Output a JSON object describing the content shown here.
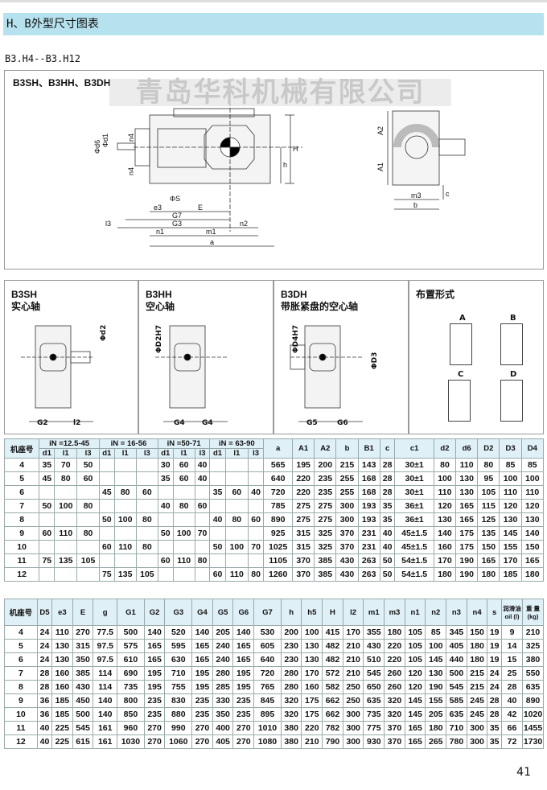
{
  "title": "H、B外型尺寸图表",
  "subtitle": "B3.H4--B3.H12",
  "main_drawing": {
    "label": "B3SH、B3HH、B3DH",
    "watermark": "青岛华科机械有限公司",
    "dims": {
      "d6": "Φd6",
      "d1": "Φd1",
      "n4a": "n4",
      "n4b": "n4",
      "H": "H",
      "h": "h",
      "s": "ΦS",
      "e3": "e3",
      "E": "E",
      "G7": "G7",
      "G3": "G3",
      "l3": "l3",
      "n1": "n1",
      "m1": "m1",
      "n2": "n2",
      "a": "a",
      "A2": "A2",
      "A1": "A1",
      "m3": "m3",
      "b": "b",
      "c": "c"
    }
  },
  "panels": [
    {
      "code": "B3SH",
      "name": "实心轴",
      "dims": [
        "Φd2",
        "G2",
        "l2"
      ]
    },
    {
      "code": "B3HH",
      "name": "空心轴",
      "dims": [
        "ΦD2H7",
        "G4",
        "G4"
      ]
    },
    {
      "code": "B3DH",
      "name": "带胀紧盘的空心轴",
      "dims": [
        "ΦD4H7",
        "ΦD3",
        "G5",
        "G6"
      ]
    },
    {
      "code": "",
      "name": "布置形式",
      "dims": [
        "A",
        "B",
        "C",
        "D"
      ]
    }
  ],
  "table1": {
    "corner": "机座号",
    "groups": [
      "iN =12.5-45",
      "iN = 16-56",
      "iN =50-71",
      "iN = 63-90"
    ],
    "subcols": [
      "d1",
      "l1",
      "l3"
    ],
    "cols": [
      "a",
      "A1",
      "A2",
      "b",
      "B1",
      "c",
      "c1",
      "d2",
      "d6",
      "D2",
      "D3",
      "D4"
    ],
    "rows": [
      [
        "4",
        "35",
        "70",
        "50",
        "",
        "",
        "",
        "30",
        "60",
        "40",
        "",
        "",
        "",
        "565",
        "195",
        "200",
        "215",
        "143",
        "28",
        "30±1",
        "80",
        "110",
        "80",
        "85",
        "85"
      ],
      [
        "5",
        "45",
        "80",
        "60",
        "",
        "",
        "",
        "35",
        "60",
        "40",
        "",
        "",
        "",
        "640",
        "220",
        "235",
        "255",
        "168",
        "28",
        "30±1",
        "100",
        "130",
        "95",
        "100",
        "100"
      ],
      [
        "6",
        "",
        "",
        "",
        "45",
        "80",
        "60",
        "",
        "",
        "",
        "35",
        "60",
        "40",
        "720",
        "220",
        "235",
        "255",
        "168",
        "28",
        "30±1",
        "110",
        "130",
        "105",
        "110",
        "110"
      ],
      [
        "7",
        "50",
        "100",
        "80",
        "",
        "",
        "",
        "40",
        "80",
        "60",
        "",
        "",
        "",
        "785",
        "275",
        "275",
        "300",
        "193",
        "35",
        "36±1",
        "120",
        "165",
        "115",
        "120",
        "120"
      ],
      [
        "8",
        "",
        "",
        "",
        "50",
        "100",
        "80",
        "",
        "",
        "",
        "40",
        "80",
        "60",
        "890",
        "275",
        "275",
        "300",
        "193",
        "35",
        "36±1",
        "130",
        "165",
        "125",
        "130",
        "130"
      ],
      [
        "9",
        "60",
        "110",
        "80",
        "",
        "",
        "",
        "50",
        "100",
        "70",
        "",
        "",
        "",
        "925",
        "315",
        "325",
        "370",
        "231",
        "40",
        "45±1.5",
        "140",
        "175",
        "135",
        "145",
        "140"
      ],
      [
        "10",
        "",
        "",
        "",
        "60",
        "110",
        "80",
        "",
        "",
        "",
        "50",
        "100",
        "70",
        "1025",
        "315",
        "325",
        "370",
        "231",
        "40",
        "45±1.5",
        "160",
        "175",
        "150",
        "155",
        "150"
      ],
      [
        "11",
        "75",
        "135",
        "105",
        "",
        "",
        "",
        "60",
        "110",
        "80",
        "",
        "",
        "",
        "1105",
        "370",
        "385",
        "430",
        "263",
        "50",
        "54±1.5",
        "170",
        "190",
        "165",
        "170",
        "165"
      ],
      [
        "12",
        "",
        "",
        "",
        "75",
        "135",
        "105",
        "",
        "",
        "",
        "60",
        "110",
        "80",
        "1260",
        "370",
        "385",
        "430",
        "263",
        "50",
        "54±1.5",
        "180",
        "190",
        "180",
        "185",
        "180"
      ]
    ]
  },
  "table2": {
    "cols": [
      "机座号",
      "D5",
      "e3",
      "E",
      "g",
      "G1",
      "G2",
      "G3",
      "G4",
      "G5",
      "G6",
      "G7",
      "h",
      "h5",
      "H",
      "l2",
      "m1",
      "m3",
      "n1",
      "n2",
      "n3",
      "n4",
      "s",
      "润滑油 oil (l)",
      "重 量 (kg)"
    ],
    "rows": [
      [
        "4",
        "24",
        "110",
        "270",
        "77.5",
        "500",
        "140",
        "520",
        "140",
        "205",
        "140",
        "530",
        "200",
        "100",
        "415",
        "170",
        "355",
        "180",
        "105",
        "85",
        "345",
        "150",
        "19",
        "9",
        "210"
      ],
      [
        "5",
        "24",
        "130",
        "315",
        "97.5",
        "575",
        "165",
        "595",
        "165",
        "240",
        "165",
        "605",
        "230",
        "130",
        "482",
        "210",
        "430",
        "220",
        "105",
        "100",
        "405",
        "180",
        "19",
        "14",
        "325"
      ],
      [
        "6",
        "24",
        "130",
        "350",
        "97.5",
        "610",
        "165",
        "630",
        "165",
        "240",
        "165",
        "640",
        "230",
        "130",
        "482",
        "210",
        "510",
        "220",
        "105",
        "145",
        "440",
        "180",
        "19",
        "15",
        "380"
      ],
      [
        "7",
        "28",
        "160",
        "385",
        "114",
        "690",
        "195",
        "710",
        "195",
        "280",
        "195",
        "720",
        "280",
        "170",
        "572",
        "210",
        "545",
        "260",
        "120",
        "130",
        "500",
        "215",
        "24",
        "25",
        "550"
      ],
      [
        "8",
        "28",
        "160",
        "430",
        "114",
        "735",
        "195",
        "755",
        "195",
        "285",
        "195",
        "765",
        "280",
        "160",
        "582",
        "250",
        "650",
        "260",
        "120",
        "190",
        "545",
        "215",
        "24",
        "28",
        "635"
      ],
      [
        "9",
        "36",
        "185",
        "450",
        "140",
        "800",
        "235",
        "830",
        "235",
        "330",
        "235",
        "845",
        "320",
        "175",
        "662",
        "250",
        "635",
        "320",
        "145",
        "155",
        "585",
        "245",
        "28",
        "40",
        "890"
      ],
      [
        "10",
        "36",
        "185",
        "500",
        "140",
        "850",
        "235",
        "880",
        "235",
        "350",
        "235",
        "895",
        "320",
        "175",
        "662",
        "300",
        "735",
        "320",
        "145",
        "205",
        "635",
        "245",
        "28",
        "42",
        "1020"
      ],
      [
        "11",
        "40",
        "225",
        "545",
        "161",
        "960",
        "270",
        "990",
        "270",
        "400",
        "270",
        "1010",
        "380",
        "220",
        "782",
        "300",
        "775",
        "370",
        "165",
        "180",
        "710",
        "300",
        "35",
        "66",
        "1455"
      ],
      [
        "12",
        "40",
        "225",
        "615",
        "161",
        "1030",
        "270",
        "1060",
        "270",
        "405",
        "270",
        "1080",
        "380",
        "210",
        "790",
        "300",
        "930",
        "370",
        "165",
        "265",
        "780",
        "300",
        "35",
        "72",
        "1730"
      ]
    ]
  },
  "page_number": "41",
  "colors": {
    "title_bg": "#b6e1ee",
    "header_bg": "#dff0f7"
  }
}
